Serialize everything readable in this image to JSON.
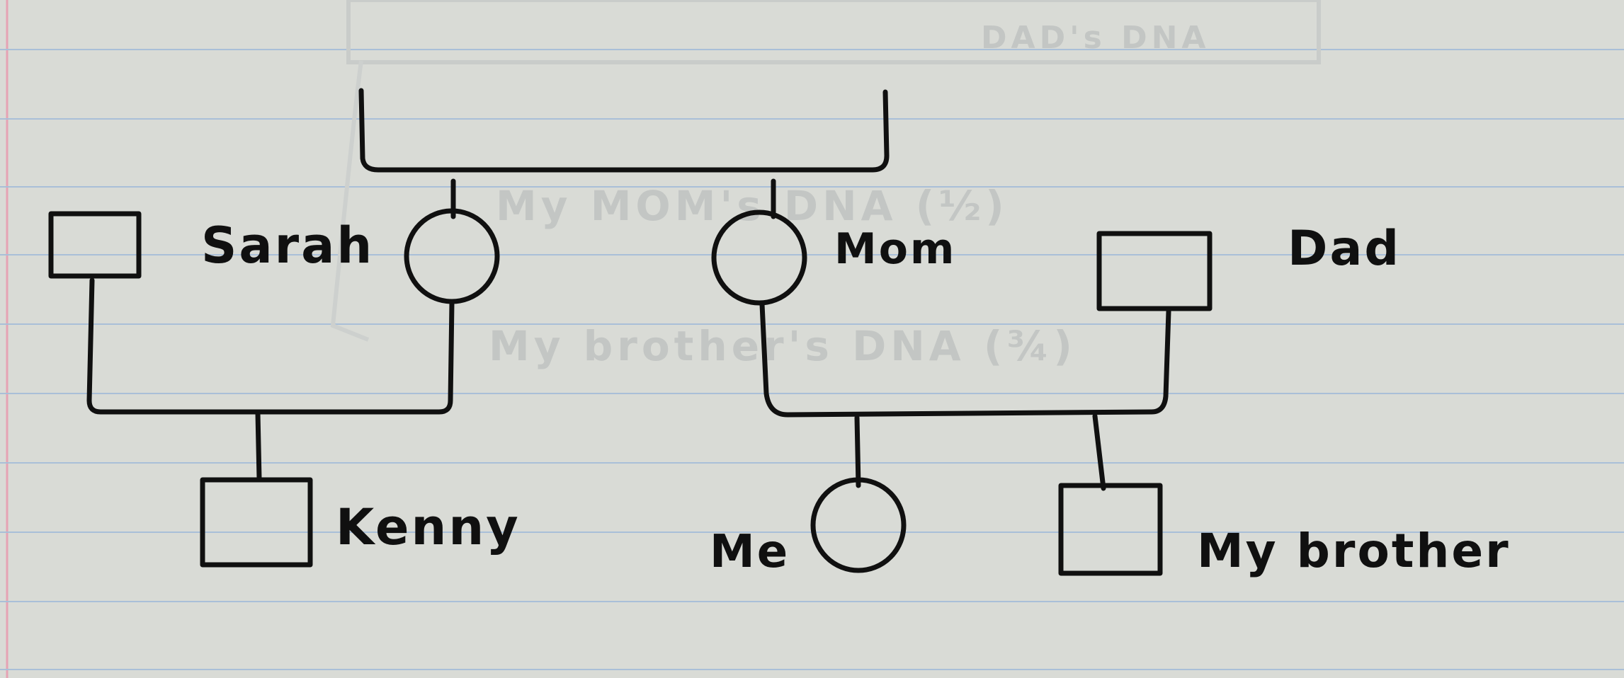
{
  "people": {
    "sarah": "Sarah",
    "mom": "Mom",
    "dad": "Dad",
    "kenny": "Kenny",
    "me": "Me",
    "brother": "My brother"
  },
  "bleed_through": {
    "line1": "DAD's DNA",
    "line2": "My MOM's DNA (½)",
    "line3": "My brother's DNA (¾)"
  },
  "colors": {
    "paper": "#d9dbd6",
    "rule_line": "#a9bfd8",
    "margin_line": "#e6a3b4",
    "ink": "#101010",
    "ghost_ink": "#c3c6c4"
  }
}
